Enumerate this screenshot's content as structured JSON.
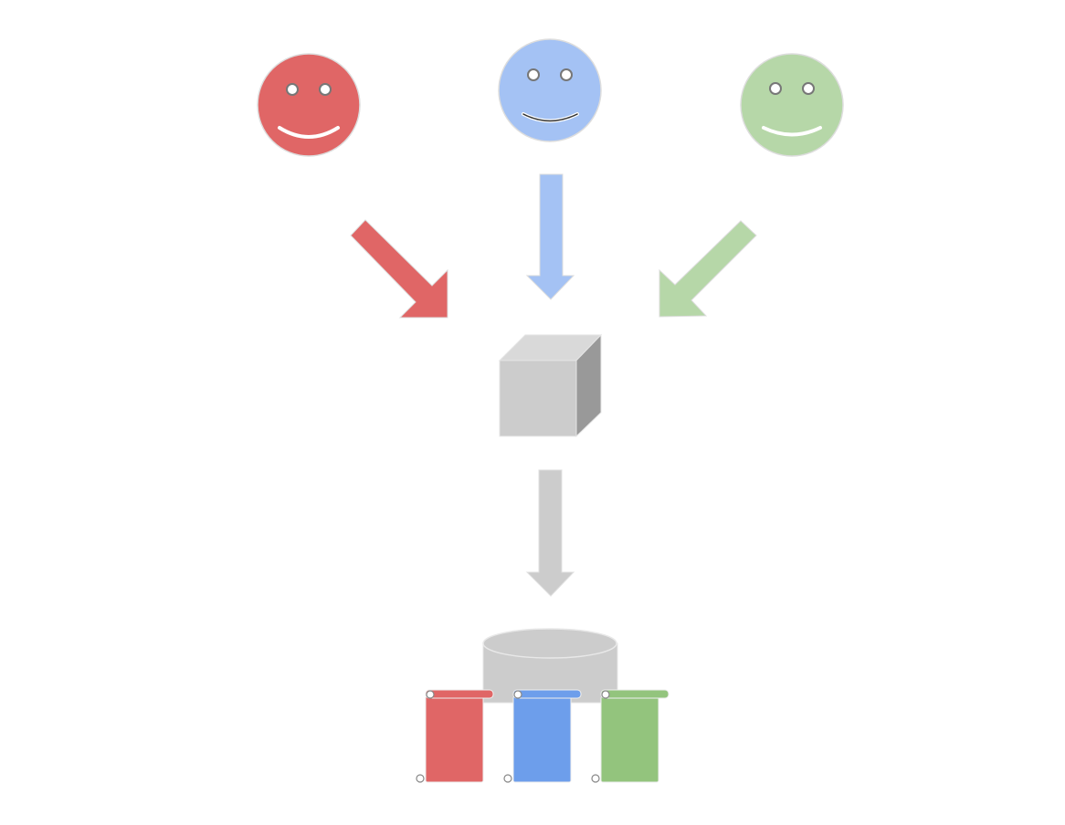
{
  "users": [
    {
      "id": "user-red",
      "color": "#e06666",
      "mouth": "#ffffff"
    },
    {
      "id": "user-blue",
      "color": "#a4c2f4",
      "mouth": "#333333"
    },
    {
      "id": "user-green",
      "color": "#b6d7a8",
      "mouth": "#ffffff"
    }
  ],
  "arrows": [
    {
      "id": "arrow-red",
      "color": "#e06666"
    },
    {
      "id": "arrow-blue",
      "color": "#a4c2f4"
    },
    {
      "id": "arrow-green",
      "color": "#b6d7a8"
    },
    {
      "id": "arrow-gray",
      "color": "#cccccc"
    }
  ],
  "processor": {
    "front": "#cccccc",
    "top": "#d9d9d9",
    "side": "#999999"
  },
  "database": {
    "color": "#cccccc"
  },
  "documents": [
    {
      "id": "doc-red",
      "color": "#e06666"
    },
    {
      "id": "doc-blue",
      "color": "#6d9eeb"
    },
    {
      "id": "doc-green",
      "color": "#93c47d"
    }
  ]
}
